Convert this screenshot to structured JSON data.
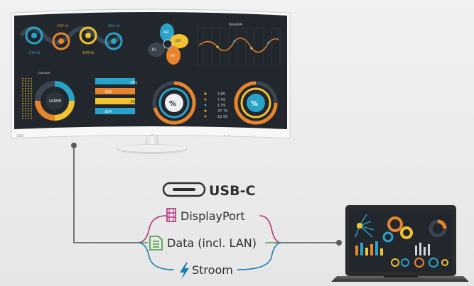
{
  "monitor": {
    "brand": "EIZO",
    "screen": {
      "step_labels": [
        "STEP 01",
        "STEP 02",
        "STEP 03",
        "STEP 04"
      ],
      "petal_labels": [
        "ABC",
        "DEF",
        "GHI",
        "JKL"
      ],
      "diagram_title_top": "DIAGRAM",
      "diagram_title_left": "DIAGRAM",
      "ring_center": "LOREM",
      "ribbons": [
        ".001",
        ".002",
        ".003",
        ".004"
      ],
      "percent_symbol": "%",
      "stats": [
        "3.85",
        "7.45",
        "1.59",
        "37.75",
        "12.55"
      ]
    }
  },
  "connection": {
    "usb_c_label": "USB-C",
    "displayport_label": "DisplayPort",
    "data_label": "Data (incl. LAN)",
    "power_label": "Stroom"
  },
  "colors": {
    "displayport": "#b3327a",
    "data": "#4a9a3e",
    "power": "#1a7fb0",
    "cable": "#555555",
    "screen_bg": "#22272d"
  }
}
